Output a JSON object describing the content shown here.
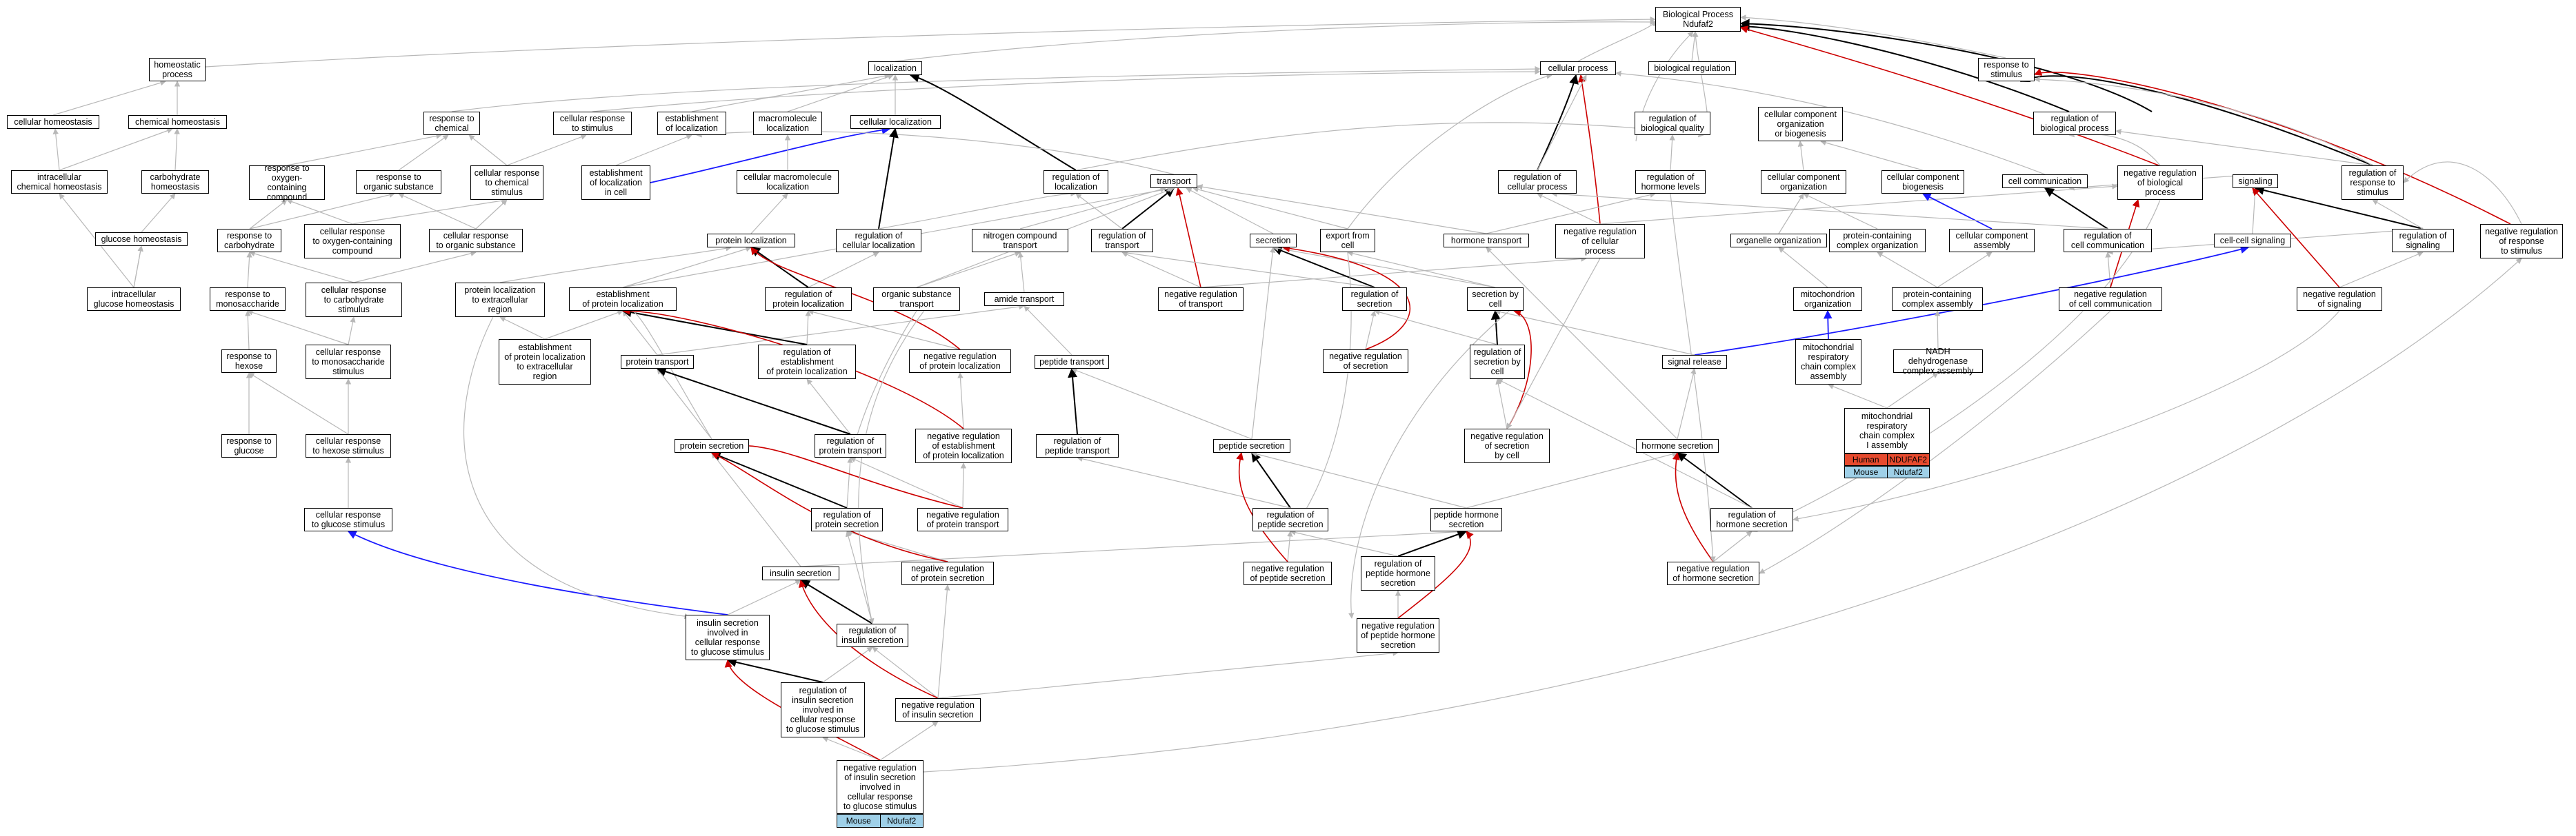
{
  "nodes": {
    "bp_root": "Biological Process\nNdufaf2",
    "cellular_process": "cellular process",
    "biological_regulation": "biological regulation",
    "response_to_stimulus": "response to\nstimulus",
    "homeostatic_process": "homeostatic\nprocess",
    "localization": "localization",
    "cellular_homeostasis": "cellular homeostasis",
    "chemical_homeostasis": "chemical homeostasis",
    "response_to_chemical": "response to\nchemical",
    "cellular_response_to_stimulus": "cellular response\nto stimulus",
    "establishment_of_localization": "establishment\nof localization",
    "macromolecule_localization": "macromolecule\nlocalization",
    "cellular_localization": "cellular localization",
    "regulation_of_biological_quality": "regulation of\nbiological quality",
    "cellular_component_organization_or_biogenesis": "cellular component\norganization\nor biogenesis",
    "regulation_of_biological_process": "regulation of\nbiological process",
    "intracellular_chemical_homeostasis": "intracellular\nchemical homeostasis",
    "carbohydrate_homeostasis": "carbohydrate\nhomeostasis",
    "response_to_oxygen_containing_compound": "response to\noxygen-containing\ncompound",
    "response_to_organic_substance": "response to\norganic substance",
    "cellular_response_to_chemical_stimulus": "cellular response\nto chemical\nstimulus",
    "establishment_of_localization_in_cell": "establishment\nof localization\nin cell",
    "cellular_macromolecule_localization": "cellular macromolecule\nlocalization",
    "regulation_of_localization": "regulation of\nlocalization",
    "transport": "transport",
    "regulation_of_cellular_process": "regulation of\ncellular process",
    "regulation_of_hormone_levels": "regulation of\nhormone levels",
    "cellular_component_organization": "cellular component\norganization",
    "cellular_component_biogenesis": "cellular component\nbiogenesis",
    "cell_communication": "cell communication",
    "negative_regulation_of_biological_process": "negative regulation\nof biological\nprocess",
    "signaling": "signaling",
    "regulation_of_response_to_stimulus": "regulation of\nresponse to\nstimulus",
    "glucose_homeostasis": "glucose homeostasis",
    "response_to_carbohydrate": "response to\ncarbohydrate",
    "cellular_response_to_oxygen_containing_compound": "cellular response\nto oxygen-containing\ncompound",
    "cellular_response_to_organic_substance": "cellular response\nto organic substance",
    "protein_localization": "protein localization",
    "regulation_of_cellular_localization": "regulation of\ncellular localization",
    "nitrogen_compound_transport": "nitrogen compound\ntransport",
    "regulation_of_transport": "regulation of\ntransport",
    "secretion": "secretion",
    "export_from_cell": "export from\ncell",
    "hormone_transport": "hormone transport",
    "negative_regulation_of_cellular_process": "negative regulation\nof cellular\nprocess",
    "organelle_organization": "organelle organization",
    "protein_containing_complex_organization": "protein-containing\ncomplex organization",
    "cellular_component_assembly": "cellular component\nassembly",
    "regulation_of_cell_communication": "regulation of\ncell communication",
    "cell_cell_signaling": "cell-cell signaling",
    "regulation_of_signaling": "regulation of\nsignaling",
    "negative_regulation_of_response_to_stimulus": "negative regulation\nof response\nto stimulus",
    "intracellular_glucose_homeostasis": "intracellular\nglucose homeostasis",
    "response_to_monosaccharide": "response to\nmonosaccharide",
    "cellular_response_to_carbohydrate_stimulus": "cellular response\nto carbohydrate\nstimulus",
    "protein_localization_to_extracellular_region": "protein localization\nto extracellular\nregion",
    "establishment_of_protein_localization": "establishment\nof protein localization",
    "regulation_of_protein_localization": "regulation of\nprotein localization",
    "organic_substance_transport": "organic substance\ntransport",
    "amide_transport": "amide transport",
    "negative_regulation_of_transport": "negative regulation\nof transport",
    "regulation_of_secretion": "regulation of\nsecretion",
    "secretion_by_cell": "secretion by\ncell",
    "mitochondrion_organization": "mitochondrion\norganization",
    "protein_containing_complex_assembly": "protein-containing\ncomplex assembly",
    "negative_regulation_of_cell_communication": "negative regulation\nof cell communication",
    "negative_regulation_of_signaling": "negative regulation\nof signaling",
    "response_to_hexose": "response to\nhexose",
    "cellular_response_to_monosaccharide_stimulus": "cellular response\nto monosaccharide\nstimulus",
    "establishment_of_protein_localization_to_extracellular_region": "establishment\nof protein localization\nto extracellular\nregion",
    "protein_transport": "protein transport",
    "regulation_of_establishment_of_protein_localization": "regulation of\nestablishment\nof protein localization",
    "negative_regulation_of_protein_localization": "negative regulation\nof protein localization",
    "peptide_transport": "peptide transport",
    "negative_regulation_of_secretion": "negative regulation\nof secretion",
    "regulation_of_secretion_by_cell": "regulation of\nsecretion by\ncell",
    "signal_release": "signal release",
    "mitochondrial_respiratory_chain_complex_assembly": "mitochondrial\nrespiratory\nchain complex\nassembly",
    "nadh_dehydrogenase_complex_assembly": "NADH dehydrogenase\ncomplex assembly",
    "response_to_glucose": "response to\nglucose",
    "cellular_response_to_hexose_stimulus": "cellular response\nto hexose stimulus",
    "protein_secretion": "protein secretion",
    "regulation_of_protein_transport": "regulation of\nprotein transport",
    "negative_regulation_of_establishment_of_protein_localization": "negative regulation\nof establishment\nof protein localization",
    "regulation_of_peptide_transport": "regulation of\npeptide transport",
    "peptide_secretion": "peptide secretion",
    "negative_regulation_of_secretion_by_cell": "negative regulation\nof secretion\nby cell",
    "hormone_secretion": "hormone secretion",
    "mitochondrial_respiratory_chain_complex_i_assembly": "mitochondrial\nrespiratory\nchain complex\nI assembly",
    "cellular_response_to_glucose_stimulus": "cellular response\nto glucose stimulus",
    "regulation_of_protein_secretion": "regulation of\nprotein secretion",
    "negative_regulation_of_protein_transport": "negative regulation\nof protein transport",
    "regulation_of_peptide_secretion": "regulation of\npeptide secretion",
    "peptide_hormone_secretion": "peptide hormone\nsecretion",
    "regulation_of_hormone_secretion": "regulation of\nhormone secretion",
    "insulin_secretion": "insulin secretion",
    "negative_regulation_of_protein_secretion": "negative regulation\nof protein secretion",
    "negative_regulation_of_peptide_secretion": "negative regulation\nof peptide secretion",
    "regulation_of_peptide_hormone_secretion": "regulation of\npeptide hormone\nsecretion",
    "negative_regulation_of_hormone_secretion": "negative regulation\nof hormone secretion",
    "insulin_secretion_involved_in_cellular_response_to_glucose_stimulus": "insulin secretion\ninvolved in\ncellular response\nto glucose stimulus",
    "regulation_of_insulin_secretion": "regulation of\ninsulin secretion",
    "negative_regulation_of_peptide_hormone_secretion": "negative regulation\nof peptide hormone\nsecretion",
    "regulation_of_insulin_secretion_involved_in_cellular_response_to_glucose_stimulus": "regulation of\ninsulin secretion\ninvolved in\ncellular response\nto glucose stimulus",
    "negative_regulation_of_insulin_secretion": "negative regulation\nof insulin secretion",
    "negative_regulation_of_insulin_secretion_involved_in_cellular_response_to_glucose_stimulus": "negative regulation\nof insulin secretion\ninvolved in\ncellular response\nto glucose stimulus"
  },
  "tags": {
    "human_species": "Human",
    "human_gene": "NDUFAF2",
    "mouse_species_right": "Mouse",
    "mouse_gene_right": "Ndufaf2",
    "mouse_species_bottom": "Mouse",
    "mouse_gene_bottom": "Ndufaf2"
  },
  "colors": {
    "is_a_edge": "#b8b8b8",
    "part_of_edge": "#000000",
    "regulates_edge": "#cc0000",
    "positive_edge": "#1a1aff",
    "human_tag": "#e64a2e",
    "mouse_tag": "#9fd0e8"
  }
}
